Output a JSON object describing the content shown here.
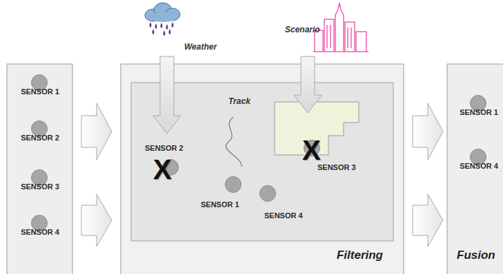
{
  "diagram": {
    "nodes": [
      {
        "text": [
          "SENSOR 1"
        ]
      },
      {
        "text": [
          "SENSOR 2"
        ]
      },
      {
        "text": [
          "SENSOR 3"
        ]
      },
      {
        "text": [
          "SENSOR 4"
        ]
      },
      {
        "text": [
          "Filtering"
        ]
      },
      {
        "text": [
          "SENSOR 2"
        ],
        "in": 4
      },
      {
        "text": [
          "SENSOR 3"
        ],
        "in": 4
      },
      {
        "text": [
          "SENSOR 1"
        ],
        "in": 4
      },
      {
        "text": [
          "SENSOR 4"
        ],
        "in": 4
      },
      {
        "text": [
          "Fusion"
        ]
      },
      {
        "text": [
          "SENSOR 1"
        ],
        "in": 9
      },
      {
        "text": [
          "SENSOR 4"
        ],
        "in": 9
      }
    ],
    "labels": [
      "Weather",
      "Scenario",
      "Track",
      "X",
      "X"
    ]
  }
}
